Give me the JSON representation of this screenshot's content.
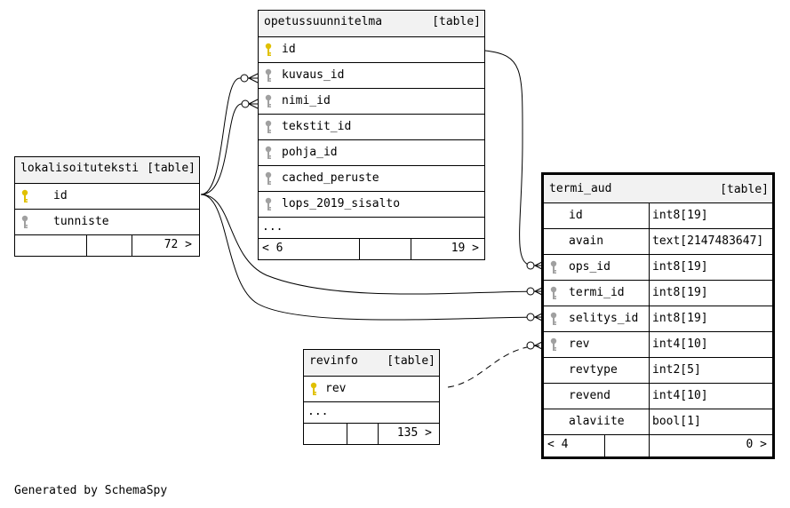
{
  "credit": "Generated by SchemaSpy",
  "colors": {
    "primary_key": "#e0c000",
    "foreign_key": "#a0a0a0",
    "header_bg": "#f2f2f2"
  },
  "tables": {
    "opetussuunnitelma": {
      "name": "opetussuunnitelma",
      "kind": "[table]",
      "columns": [
        {
          "name": "id",
          "key": "primary"
        },
        {
          "name": "kuvaus_id",
          "key": "foreign"
        },
        {
          "name": "nimi_id",
          "key": "foreign"
        },
        {
          "name": "tekstit_id",
          "key": "foreign"
        },
        {
          "name": "pohja_id",
          "key": "foreign"
        },
        {
          "name": "cached_peruste",
          "key": "foreign"
        },
        {
          "name": "lops_2019_sisalto",
          "key": "foreign"
        }
      ],
      "more": "...",
      "parents": "< 6",
      "children": "19 >"
    },
    "lokalisoituteksti": {
      "name": "lokalisoituteksti",
      "kind": "[table]",
      "columns": [
        {
          "name": "id",
          "key": "primary"
        },
        {
          "name": "tunniste",
          "key": "foreign"
        }
      ],
      "parents": "",
      "children": "72 >"
    },
    "termi_aud": {
      "name": "termi_aud",
      "kind": "[table]",
      "columns": [
        {
          "name": "id",
          "type": "int8[19]",
          "key": "none"
        },
        {
          "name": "avain",
          "type": "text[2147483647]",
          "key": "none"
        },
        {
          "name": "ops_id",
          "type": "int8[19]",
          "key": "foreign"
        },
        {
          "name": "termi_id",
          "type": "int8[19]",
          "key": "foreign"
        },
        {
          "name": "selitys_id",
          "type": "int8[19]",
          "key": "foreign"
        },
        {
          "name": "rev",
          "type": "int4[10]",
          "key": "foreign"
        },
        {
          "name": "revtype",
          "type": "int2[5]",
          "key": "none"
        },
        {
          "name": "revend",
          "type": "int4[10]",
          "key": "none"
        },
        {
          "name": "alaviite",
          "type": "bool[1]",
          "key": "none"
        }
      ],
      "parents": "< 4",
      "children": "0 >"
    },
    "revinfo": {
      "name": "revinfo",
      "kind": "[table]",
      "columns": [
        {
          "name": "rev",
          "key": "primary"
        }
      ],
      "more": "...",
      "parents": "",
      "children": "135 >"
    }
  }
}
